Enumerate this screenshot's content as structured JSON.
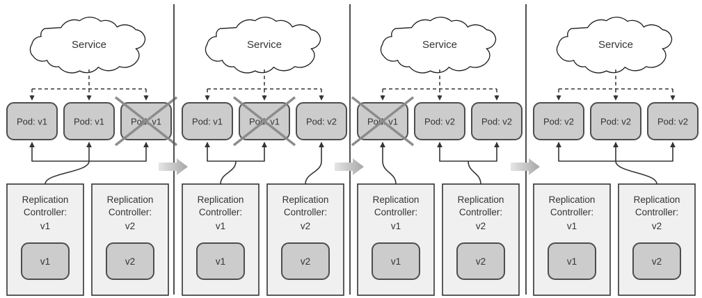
{
  "diagram": {
    "title": "Kubernetes rolling update with replication controllers",
    "type": "sequence-of-states",
    "colors": {
      "pod_fill": "#cccccc",
      "pod_stroke": "#4d4d4d",
      "rc_fill": "#f0f0f0",
      "rc_stroke": "#333333",
      "cloud_fill": "#ffffff",
      "cloud_stroke": "#1a1a1a",
      "cross_stroke": "#8c8c8c",
      "connector_stroke": "#333333",
      "dashed_stroke": "#333333",
      "divider": "#555555",
      "step_arrow": "#b3b3b3",
      "text": "#333333"
    },
    "labels": {
      "service": "Service",
      "replication_controller": "Replication\nController:",
      "rc_line1": "Replication",
      "rc_line2": "Controller:",
      "pod_prefix": "Pod: "
    },
    "step_arrow_name": "step-transition-arrow",
    "panels": [
      {
        "index": 1,
        "service_label": "Service",
        "pods": [
          {
            "label": "Pod: v1",
            "version": "v1",
            "terminated": false,
            "owner": "v1"
          },
          {
            "label": "Pod: v1",
            "version": "v1",
            "terminated": false,
            "owner": "v1"
          },
          {
            "label": "Pod: v1",
            "version": "v1",
            "terminated": true,
            "owner": "v1"
          }
        ],
        "controllers": [
          {
            "line1": "Replication",
            "line2": "Controller:",
            "version": "v1",
            "template": "v1"
          },
          {
            "line1": "Replication",
            "line2": "Controller:",
            "version": "v2",
            "template": "v2"
          }
        ]
      },
      {
        "index": 2,
        "service_label": "Service",
        "pods": [
          {
            "label": "Pod: v1",
            "version": "v1",
            "terminated": false,
            "owner": "v1"
          },
          {
            "label": "Pod: v1",
            "version": "v1",
            "terminated": true,
            "owner": "v1"
          },
          {
            "label": "Pod: v2",
            "version": "v2",
            "terminated": false,
            "owner": "v2"
          }
        ],
        "controllers": [
          {
            "line1": "Replication",
            "line2": "Controller:",
            "version": "v1",
            "template": "v1"
          },
          {
            "line1": "Replication",
            "line2": "Controller:",
            "version": "v2",
            "template": "v2"
          }
        ]
      },
      {
        "index": 3,
        "service_label": "Service",
        "pods": [
          {
            "label": "Pod: v1",
            "version": "v1",
            "terminated": true,
            "owner": "v1"
          },
          {
            "label": "Pod: v2",
            "version": "v2",
            "terminated": false,
            "owner": "v2"
          },
          {
            "label": "Pod: v2",
            "version": "v2",
            "terminated": false,
            "owner": "v2"
          }
        ],
        "controllers": [
          {
            "line1": "Replication",
            "line2": "Controller:",
            "version": "v1",
            "template": "v1"
          },
          {
            "line1": "Replication",
            "line2": "Controller:",
            "version": "v2",
            "template": "v2"
          }
        ]
      },
      {
        "index": 4,
        "service_label": "Service",
        "pods": [
          {
            "label": "Pod: v2",
            "version": "v2",
            "terminated": false,
            "owner": "v2"
          },
          {
            "label": "Pod: v2",
            "version": "v2",
            "terminated": false,
            "owner": "v2"
          },
          {
            "label": "Pod: v2",
            "version": "v2",
            "terminated": false,
            "owner": "v2"
          }
        ],
        "controllers": [
          {
            "line1": "Replication",
            "line2": "Controller:",
            "version": "v1",
            "template": "v1"
          },
          {
            "line1": "Replication",
            "line2": "Controller:",
            "version": "v2",
            "template": "v2"
          }
        ]
      }
    ]
  }
}
